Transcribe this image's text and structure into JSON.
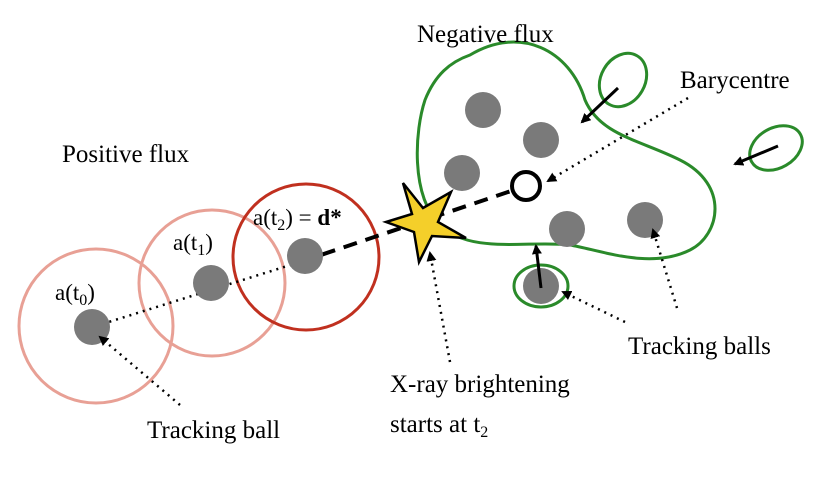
{
  "labels": {
    "negative_flux": "Negative flux",
    "positive_flux": "Positive flux",
    "barycentre": "Barycentre",
    "tracking_balls": "Tracking balls",
    "tracking_ball": "Tracking ball",
    "xray_line1": "X-ray brightening",
    "xray_line2_main": "starts at t",
    "xray_line2_sub": "2",
    "a_t0_main": "a(t",
    "a_t0_sub": "0",
    "a_t0_end": ")",
    "a_t1_main": "a(t",
    "a_t1_sub": "1",
    "a_t1_end": ")",
    "a_t2_main": "a(t",
    "a_t2_sub": "2",
    "a_t2_mid": ") = ",
    "a_t2_bold": "d*"
  },
  "colors": {
    "ball": "#7a7a7a",
    "positive_circle_light": "#e8a095",
    "positive_circle_dark": "#c0301f",
    "negative_outline": "#2a8a2a",
    "star_fill": "#f4cf2a"
  }
}
